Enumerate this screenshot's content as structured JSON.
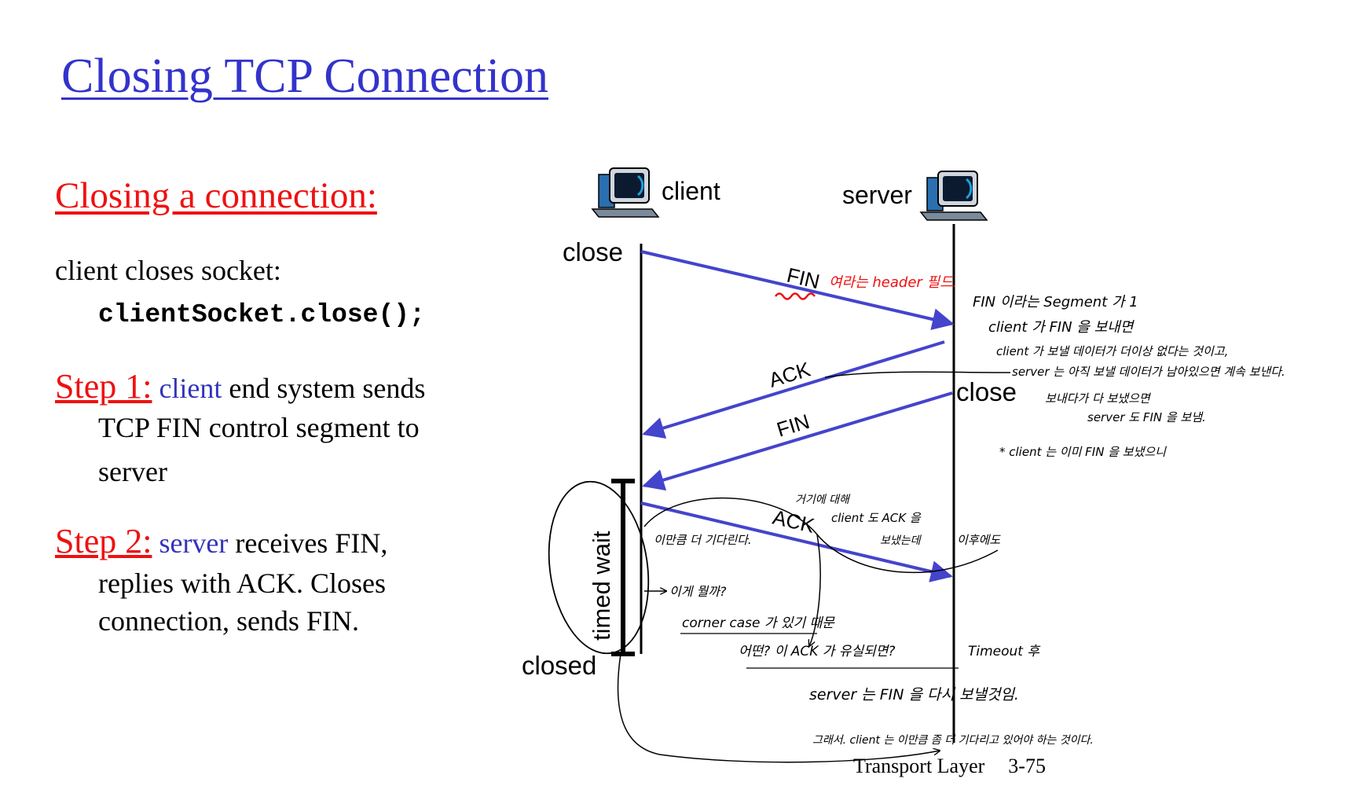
{
  "slide": {
    "title": "Closing TCP Connection",
    "subtitle": "Closing a connection:",
    "line1": "client closes socket:",
    "code": "clientSocket.close();",
    "step1": {
      "label": "Step 1:",
      "actor": "client",
      "line1_rest": " end system sends",
      "line2": "TCP FIN control segment to",
      "line3": "server"
    },
    "step2": {
      "label": "Step 2:",
      "actor": "server",
      "line1_rest": " receives FIN,",
      "line2": "replies with ACK. Closes",
      "line3": "connection, sends FIN."
    },
    "footer": {
      "section": "Transport Layer",
      "page": "3-75"
    }
  },
  "diagram": {
    "client_label": "client",
    "server_label": "server",
    "client_close": "close",
    "server_close": "close",
    "closed_label": "closed",
    "timed_wait": "timed wait",
    "messages": [
      "FIN",
      "ACK",
      "FIN",
      "ACK"
    ],
    "colors": {
      "arrow": "#4444cc",
      "handwriting_red": "#ee1111"
    }
  },
  "annotations": {
    "fin_note": "여라는 header 필드.",
    "n1": "FIN 이라는 Segment 가 1",
    "n2": "client 가 FIN 을 보내면",
    "n3": "client 가 보낼 데이터가 더이상 없다는 것이고,",
    "n4": "server 는 아직 보낼 데이터가 남아있으면 계속 보낸다.",
    "n5": "보내다가 다 보냈으면",
    "n6": "server 도 FIN 을 보냄.",
    "n7": "* client 는 이미 FIN 을 보냈으니",
    "n8": "거기에 대해",
    "n9": "client 도 ACK 을",
    "n10": "보냈는데",
    "n11": "이후에도",
    "n12": "이만큼 더 기다린다.",
    "n13": "이게 뭘까?",
    "n14": "corner case 가 있기 때문",
    "n15": "어떤? 이 ACK 가 유실되면?",
    "n16": "Timeout 후",
    "n17": "server 는 FIN 을 다시 보낼것임.",
    "n18": "그래서. client 는 이만큼 좀 더 기다리고 있어야 하는 것이다."
  }
}
